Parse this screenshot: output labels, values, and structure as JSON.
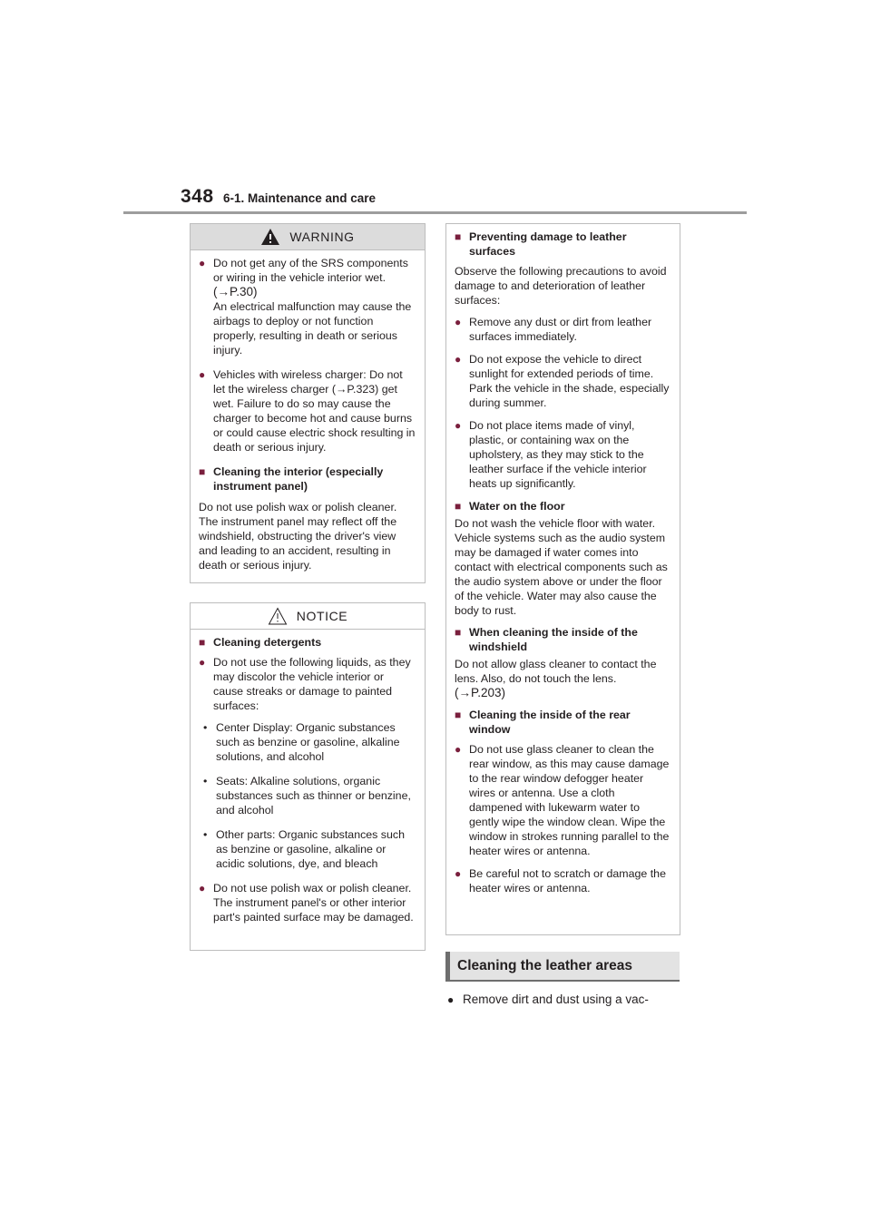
{
  "header": {
    "page_number": "348",
    "section": "6-1. Maintenance and care"
  },
  "warning": {
    "title": "WARNING",
    "icon": "warning-triangle-icon",
    "items": [
      {
        "type": "bullet",
        "text": "Do not get any of the SRS components or wiring in the vehicle interior wet.",
        "ref": "(→P.30)",
        "text2": "An electrical malfunction may cause the airbags to deploy or not function properly, resulting in death or serious injury."
      },
      {
        "type": "bullet",
        "text": "Vehicles with wireless charger: Do not let the wireless charger (→P.323) get wet. Failure to do so may cause the charger to become hot and cause burns or could cause electric shock resulting in death or serious injury."
      },
      {
        "type": "heading",
        "text": "Cleaning the interior (especially instrument panel)"
      },
      {
        "type": "para",
        "text": "Do not use polish wax or polish cleaner. The instrument panel may reflect off the windshield, obstructing the driver's view and leading to an accident, resulting in death or serious injury."
      }
    ]
  },
  "notice": {
    "title": "NOTICE",
    "icon": "notice-triangle-icon",
    "items": [
      {
        "type": "heading",
        "text": "Cleaning detergents"
      },
      {
        "type": "bullet",
        "text": "Do not use the following liquids, as they may discolor the vehicle interior or cause streaks or damage to painted surfaces:"
      },
      {
        "type": "dot",
        "text": "Center Display: Organic substances such as benzine or gasoline, alkaline solutions, and alcohol"
      },
      {
        "type": "dot",
        "text": "Seats: Alkaline solutions, organic substances such as thinner or benzine, and alcohol"
      },
      {
        "type": "dot",
        "text": "Other parts: Organic substances such as benzine or gasoline, alkaline or acidic solutions, dye, and bleach"
      },
      {
        "type": "bullet",
        "text": "Do not use polish wax or polish cleaner. The instrument panel's or other interior part's painted surface may be damaged."
      }
    ]
  },
  "notice_cont": {
    "items": [
      {
        "type": "heading",
        "text": "Preventing damage to leather surfaces"
      },
      {
        "type": "para",
        "text": "Observe the following precautions to avoid damage to and deterioration of leather surfaces:"
      },
      {
        "type": "bullet",
        "text": "Remove any dust or dirt from leather surfaces immediately."
      },
      {
        "type": "bullet",
        "text": "Do not expose the vehicle to direct sunlight for extended periods of time. Park the vehicle in the shade, especially during summer."
      },
      {
        "type": "bullet",
        "text": "Do not place items made of vinyl, plastic, or containing wax on the upholstery, as they may stick to the leather surface if the vehicle interior heats up significantly."
      },
      {
        "type": "heading",
        "text": "Water on the floor"
      },
      {
        "type": "para",
        "text": "Do not wash the vehicle floor with water. Vehicle systems such as the audio system may be damaged if water comes into contact with electrical components such as the audio system above or under the floor of the vehicle. Water may also cause the body to rust."
      },
      {
        "type": "heading",
        "text": "When cleaning the inside of the windshield"
      },
      {
        "type": "para",
        "text": "Do not allow glass cleaner to contact the lens. Also, do not touch the lens.",
        "ref": "(→P.203)"
      },
      {
        "type": "heading",
        "text": "Cleaning the inside of the rear window"
      },
      {
        "type": "bullet",
        "text": "Do not use glass cleaner to clean the rear window, as this may cause damage to the rear window defogger heater wires or antenna. Use a cloth dampened with lukewarm water to gently wipe the window clean. Wipe the window in strokes running parallel to the heater wires or antenna."
      },
      {
        "type": "bullet",
        "text": "Be careful not to scratch or damage the heater wires or antenna."
      }
    ]
  },
  "section": {
    "title": "Cleaning the leather areas",
    "first_item": "Remove dirt and dust using a vac-"
  },
  "markers": {
    "bullet": "●",
    "square": "■",
    "dot": "•",
    "solid_bullet": "●"
  },
  "colors": {
    "accent": "#7a1f3d",
    "rule": "#9d9d9d",
    "box_border": "#bdbdbd",
    "warning_header": "#dcdcdc"
  }
}
